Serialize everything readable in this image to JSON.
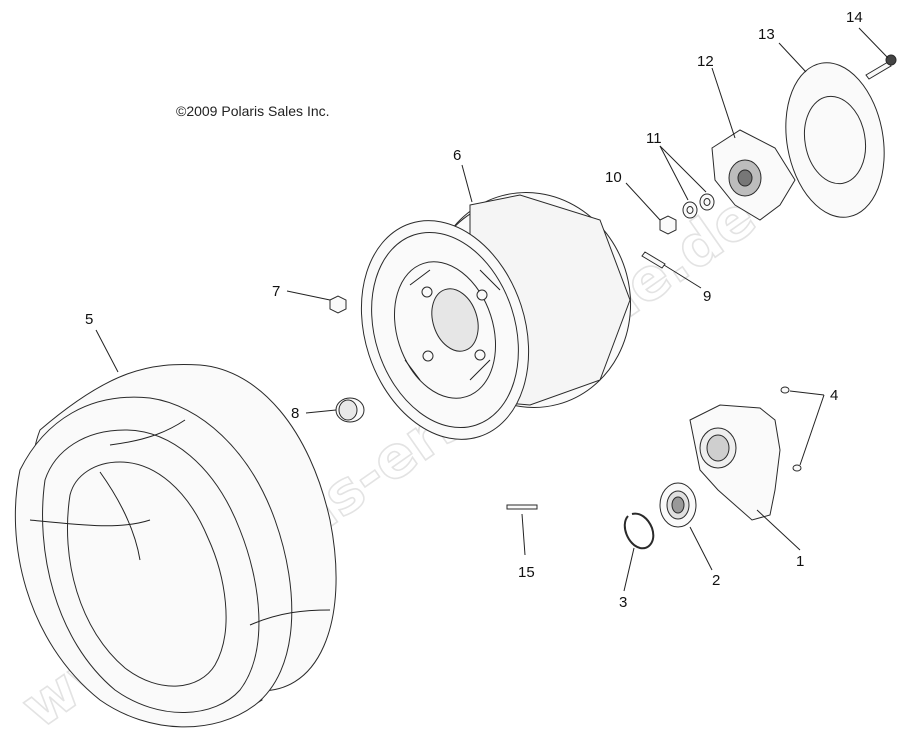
{
  "copyright": "©2009 Polaris Sales Inc.",
  "watermark": "www.polaris-ersatzteile.de",
  "callouts": {
    "c1": "1",
    "c2": "2",
    "c3": "3",
    "c4": "4",
    "c5": "5",
    "c6": "6",
    "c7": "7",
    "c8": "8",
    "c9": "9",
    "c10": "10",
    "c11": "11",
    "c12": "12",
    "c13": "13",
    "c14": "14",
    "c15": "15"
  },
  "colors": {
    "line": "#2a2a2a",
    "watermark": "#e3e3e3",
    "background": "#ffffff"
  }
}
